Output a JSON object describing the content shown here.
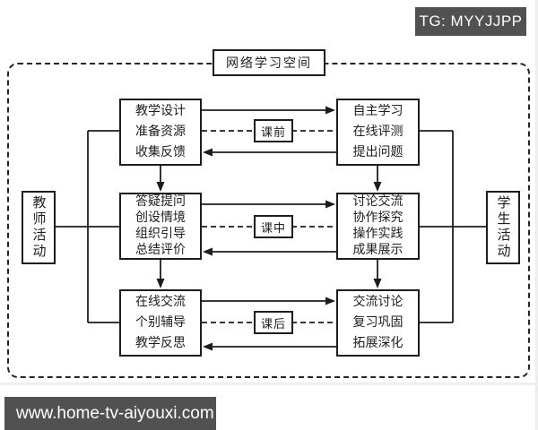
{
  "overlays": {
    "tg_badge": "TG: MYYJJPP",
    "url_badge": "www.home-tv-aiyouxi.com"
  },
  "diagram": {
    "title": "网络学习空间",
    "teacher_rail_label": "教师活动",
    "student_rail_label": "学生活动",
    "rows": [
      {
        "phase": "课前",
        "teacher": [
          "教学设计",
          "准备资源",
          "收集反馈"
        ],
        "student": [
          "自主学习",
          "在线评测",
          "提出问题"
        ]
      },
      {
        "phase": "课中",
        "teacher": [
          "答疑提问",
          "创设情境",
          "组织引导",
          "总结评价"
        ],
        "student": [
          "讨论交流",
          "协作探究",
          "操作实践",
          "成果展示"
        ]
      },
      {
        "phase": "课后",
        "teacher": [
          "在线交流",
          "个别辅导",
          "教学反思"
        ],
        "student": [
          "交流讨论",
          "复习巩固",
          "拓展深化"
        ]
      }
    ],
    "colors": {
      "line": "#1d1d1d",
      "badge_bg": "#515151",
      "badge_text": "#ffffff"
    }
  }
}
